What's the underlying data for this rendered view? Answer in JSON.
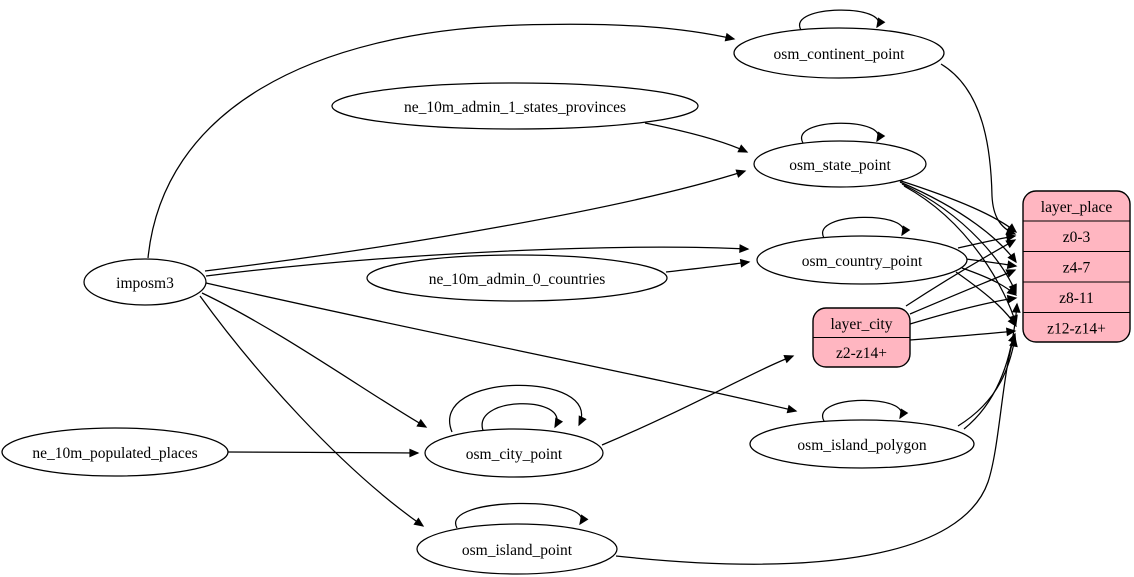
{
  "diagram": {
    "kind": "graphviz-etl-graph",
    "background_color": "#ffffff",
    "table_node_fill": "#ffffff",
    "layer_node_fill": "#ffb6c1",
    "line_color": "#000000",
    "nodes": {
      "imposm3": {
        "label": "imposm3"
      },
      "ne_10m_admin_1_states_provinces": {
        "label": "ne_10m_admin_1_states_provinces"
      },
      "ne_10m_admin_0_countries": {
        "label": "ne_10m_admin_0_countries"
      },
      "ne_10m_populated_places": {
        "label": "ne_10m_populated_places"
      },
      "osm_continent_point": {
        "label": "osm_continent_point"
      },
      "osm_state_point": {
        "label": "osm_state_point"
      },
      "osm_country_point": {
        "label": "osm_country_point"
      },
      "osm_city_point": {
        "label": "osm_city_point"
      },
      "osm_island_polygon": {
        "label": "osm_island_polygon"
      },
      "osm_island_point": {
        "label": "osm_island_point"
      }
    },
    "records": {
      "layer_city": {
        "title": "layer_city",
        "rows": [
          "z2-z14+"
        ]
      },
      "layer_place": {
        "title": "layer_place",
        "rows": [
          "z0-3",
          "z4-7",
          "z8-11",
          "z12-z14+"
        ]
      }
    },
    "edges": [
      {
        "from": "imposm3",
        "to": "osm_continent_point"
      },
      {
        "from": "imposm3",
        "to": "osm_state_point"
      },
      {
        "from": "imposm3",
        "to": "osm_country_point"
      },
      {
        "from": "imposm3",
        "to": "osm_city_point"
      },
      {
        "from": "imposm3",
        "to": "osm_island_polygon"
      },
      {
        "from": "imposm3",
        "to": "osm_island_point"
      },
      {
        "from": "ne_10m_admin_1_states_provinces",
        "to": "osm_state_point"
      },
      {
        "from": "ne_10m_admin_0_countries",
        "to": "osm_country_point"
      },
      {
        "from": "ne_10m_populated_places",
        "to": "osm_city_point"
      },
      {
        "from": "osm_continent_point",
        "to": "osm_continent_point"
      },
      {
        "from": "osm_state_point",
        "to": "osm_state_point"
      },
      {
        "from": "osm_country_point",
        "to": "osm_country_point"
      },
      {
        "from": "osm_city_point",
        "to": "osm_city_point"
      },
      {
        "from": "osm_city_point",
        "to": "osm_city_point"
      },
      {
        "from": "osm_island_polygon",
        "to": "osm_island_polygon"
      },
      {
        "from": "osm_island_point",
        "to": "osm_island_point"
      },
      {
        "from": "osm_continent_point",
        "to": "layer_place:z0-3"
      },
      {
        "from": "osm_state_point",
        "to": "layer_place:z0-3"
      },
      {
        "from": "osm_state_point",
        "to": "layer_place:z4-7"
      },
      {
        "from": "osm_state_point",
        "to": "layer_place:z8-11"
      },
      {
        "from": "osm_state_point",
        "to": "layer_place:z12-z14+"
      },
      {
        "from": "osm_country_point",
        "to": "layer_place:z0-3"
      },
      {
        "from": "osm_country_point",
        "to": "layer_place:z4-7"
      },
      {
        "from": "osm_country_point",
        "to": "layer_place:z8-11"
      },
      {
        "from": "osm_country_point",
        "to": "layer_place:z12-z14+"
      },
      {
        "from": "osm_city_point",
        "to": "layer_city:z2-z14+"
      },
      {
        "from": "layer_city:z2-z14+",
        "to": "layer_place:z0-3"
      },
      {
        "from": "layer_city:z2-z14+",
        "to": "layer_place:z4-7"
      },
      {
        "from": "layer_city:z2-z14+",
        "to": "layer_place:z8-11"
      },
      {
        "from": "layer_city:z2-z14+",
        "to": "layer_place:z12-z14+"
      },
      {
        "from": "osm_island_polygon",
        "to": "layer_place:z8-11"
      },
      {
        "from": "osm_island_polygon",
        "to": "layer_place:z12-z14+"
      },
      {
        "from": "osm_island_point",
        "to": "layer_place:z12-z14+"
      }
    ]
  }
}
